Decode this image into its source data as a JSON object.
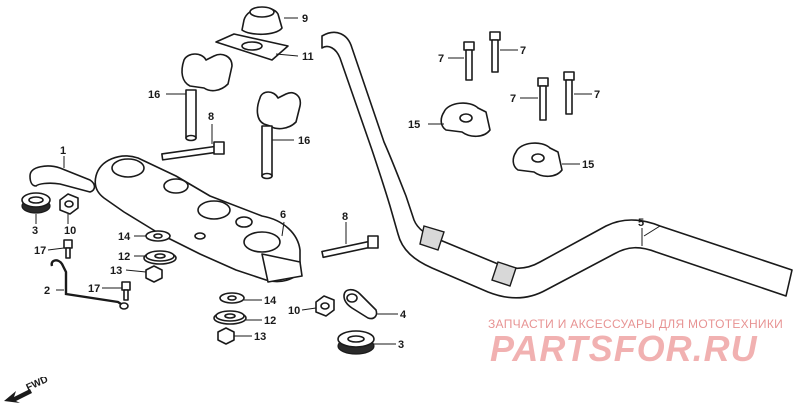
{
  "diagram": {
    "callouts": {
      "c1": "1",
      "c2": "2",
      "c3a": "3",
      "c3b": "3",
      "c4": "4",
      "c5": "5",
      "c6": "6",
      "c7a": "7",
      "c7b": "7",
      "c7c": "7",
      "c7d": "7",
      "c8a": "8",
      "c8b": "8",
      "c9": "9",
      "c10": "10",
      "c11": "11",
      "c12a": "12",
      "c12b": "12",
      "c13a": "13",
      "c13b": "13",
      "c14a": "14",
      "c14b": "14",
      "c15a": "15",
      "c15b": "15",
      "c16a": "16",
      "c16b": "16",
      "c17a": "17",
      "c17b": "17"
    },
    "direction_label": "FWD"
  },
  "watermark": {
    "subtitle": "ЗАПЧАСТИ И АКСЕССУАРЫ ДЛЯ МОТОТЕХНИКИ",
    "logo": "PARTSFOR.RU"
  }
}
